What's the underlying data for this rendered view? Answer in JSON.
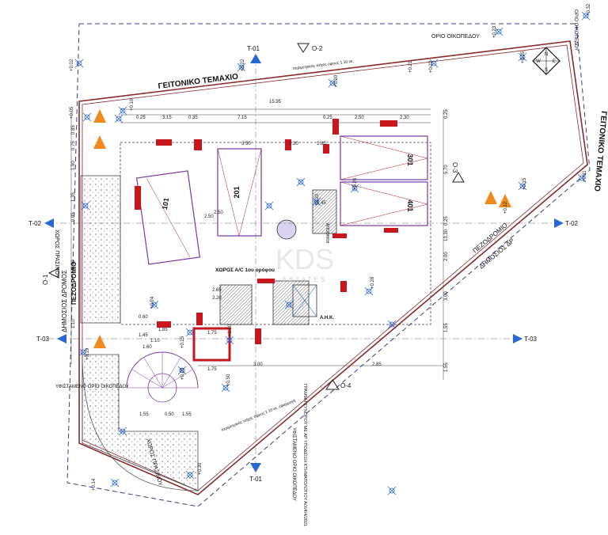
{
  "colors": {
    "boundary": "#8b2a2a",
    "wall_red": "#c8161d",
    "room_line": "#7a3aa8",
    "blue_marker": "#2a67d6",
    "hatch": "#555555",
    "orange": "#f08a1c",
    "dashed_line": "#3b3b8f"
  },
  "labels": {
    "neighbor_top": "ΓΕΙΤΟΝΙΚΟ ΤΕΜΑΧΙΟ",
    "neighbor_right": "ΓΕΙΤΟΝΙΚΟ ΤΕΜΑΧΙΟ",
    "plot_limit_top": "ΟΡΙΟ ΟΙΚΟΠΕΔΟΥ",
    "plot_limit_right": "ΟΡΙΟ ΟΙΚΟΠΕΔΟΥ",
    "road_right": "ΔΗΜΟΣΙΟΣ ΔΡ",
    "sidewalk_right": "ΠΕΖΟΔΡΟΜΙΟ",
    "road_left": "ΔΗΜΟΣΙΟΣ ΔΡΟΜΟΣ",
    "sidewalk_left": "ΠΕΖΟΔΡΟΜΙΟ",
    "green_left": "ΧΩΡΟΣ ΠΡΑΣΙΝΟΥ",
    "green_bottom": "ΧΩΡΟΣ ΠΡΑΣΙΝΟΥ",
    "ac_space": "ΧΩΡΟΣ Α/C 1ου ορόφου",
    "ahk": "Α.Η.Κ.",
    "existing_limit_left": "ΥΦΙΣΤΑΜΕΝΟ ΟΡΙΟ ΟΙΚΟΠΕΔΟΥ",
    "existing_limit_bottom": "ΥΦΙΣΤΑΜΕΝΟ ΟΡΙΟ ΟΙΚΟΠΕΔΟΥ",
    "building_line": "ΓΡΑΜΜΗ ΣΥΝΟΡΟΥ ΜΕ ΑΡ ΥΠΟΔΕΙΞΗ ΚΤΗΜΑΤΟΛΟΓΙΟΥ Α/Χ/4/4/2021",
    "wall_note_top": "περιμετρικός τοίχος ύψους 1.10 εκ.",
    "wall_note_bottom": "περιμετρικός τοίχος ύψους 1.10 εκ. εφαρμογή",
    "storage": "ΑΠΟΘΗΚΗ",
    "watermark_main": "KDS",
    "watermark_sub": "ESTATES"
  },
  "rooms": [
    "101",
    "201",
    "301",
    "401"
  ],
  "section_markers": {
    "t01_top": "T-01",
    "t01_bottom": "T-01",
    "t02_left": "T-02",
    "t02_right": "T-02",
    "t03_left": "T-03",
    "t03_right": "T-03",
    "o1": "Ο-1",
    "o2": "Ο-2",
    "o3": "Ο-3",
    "o4": "Ο-4"
  },
  "compass": {
    "n": "N",
    "s": "S",
    "e": "E",
    "w": "W"
  },
  "dimensions": {
    "top_total": "15.95",
    "top_row": [
      "0.25",
      "3.15",
      "0.35",
      "7.15",
      "0.25",
      "2.50",
      "2.30"
    ],
    "mid_row": [
      "3.50",
      "1.30",
      "1.85"
    ],
    "left_col": [
      "0.85",
      "0.75",
      "1.90",
      "1.35",
      "0.85",
      "6.50",
      "1.10"
    ],
    "right_col": [
      "0.25",
      "5.70",
      "0.25",
      "13.30",
      "2.00",
      "3.00",
      "1.55",
      "1.55"
    ],
    "misc": [
      "2.50",
      "2.50",
      "2.65",
      "2.20",
      "1.45",
      "1.75",
      "1.75",
      "1.55",
      "0.50",
      "1.55",
      "3.00",
      "2.85",
      "1.45",
      "0.60",
      "1.85",
      "1.10",
      "1.60"
    ]
  },
  "levels": [
    "+0.02",
    "+0.22",
    "+0.20",
    "+0.21",
    "+0.22",
    "+0.25",
    "+0.23",
    "+0.32",
    "+0.05",
    "+0.11",
    "+0.15",
    "+0.12",
    "+0.24",
    "+0.25",
    "+0.28",
    "+0.30",
    "+0.25",
    "+0.50",
    "+0.30",
    "+0.14",
    "+0.19",
    "+0.26",
    "+0.20",
    "+0.10"
  ]
}
